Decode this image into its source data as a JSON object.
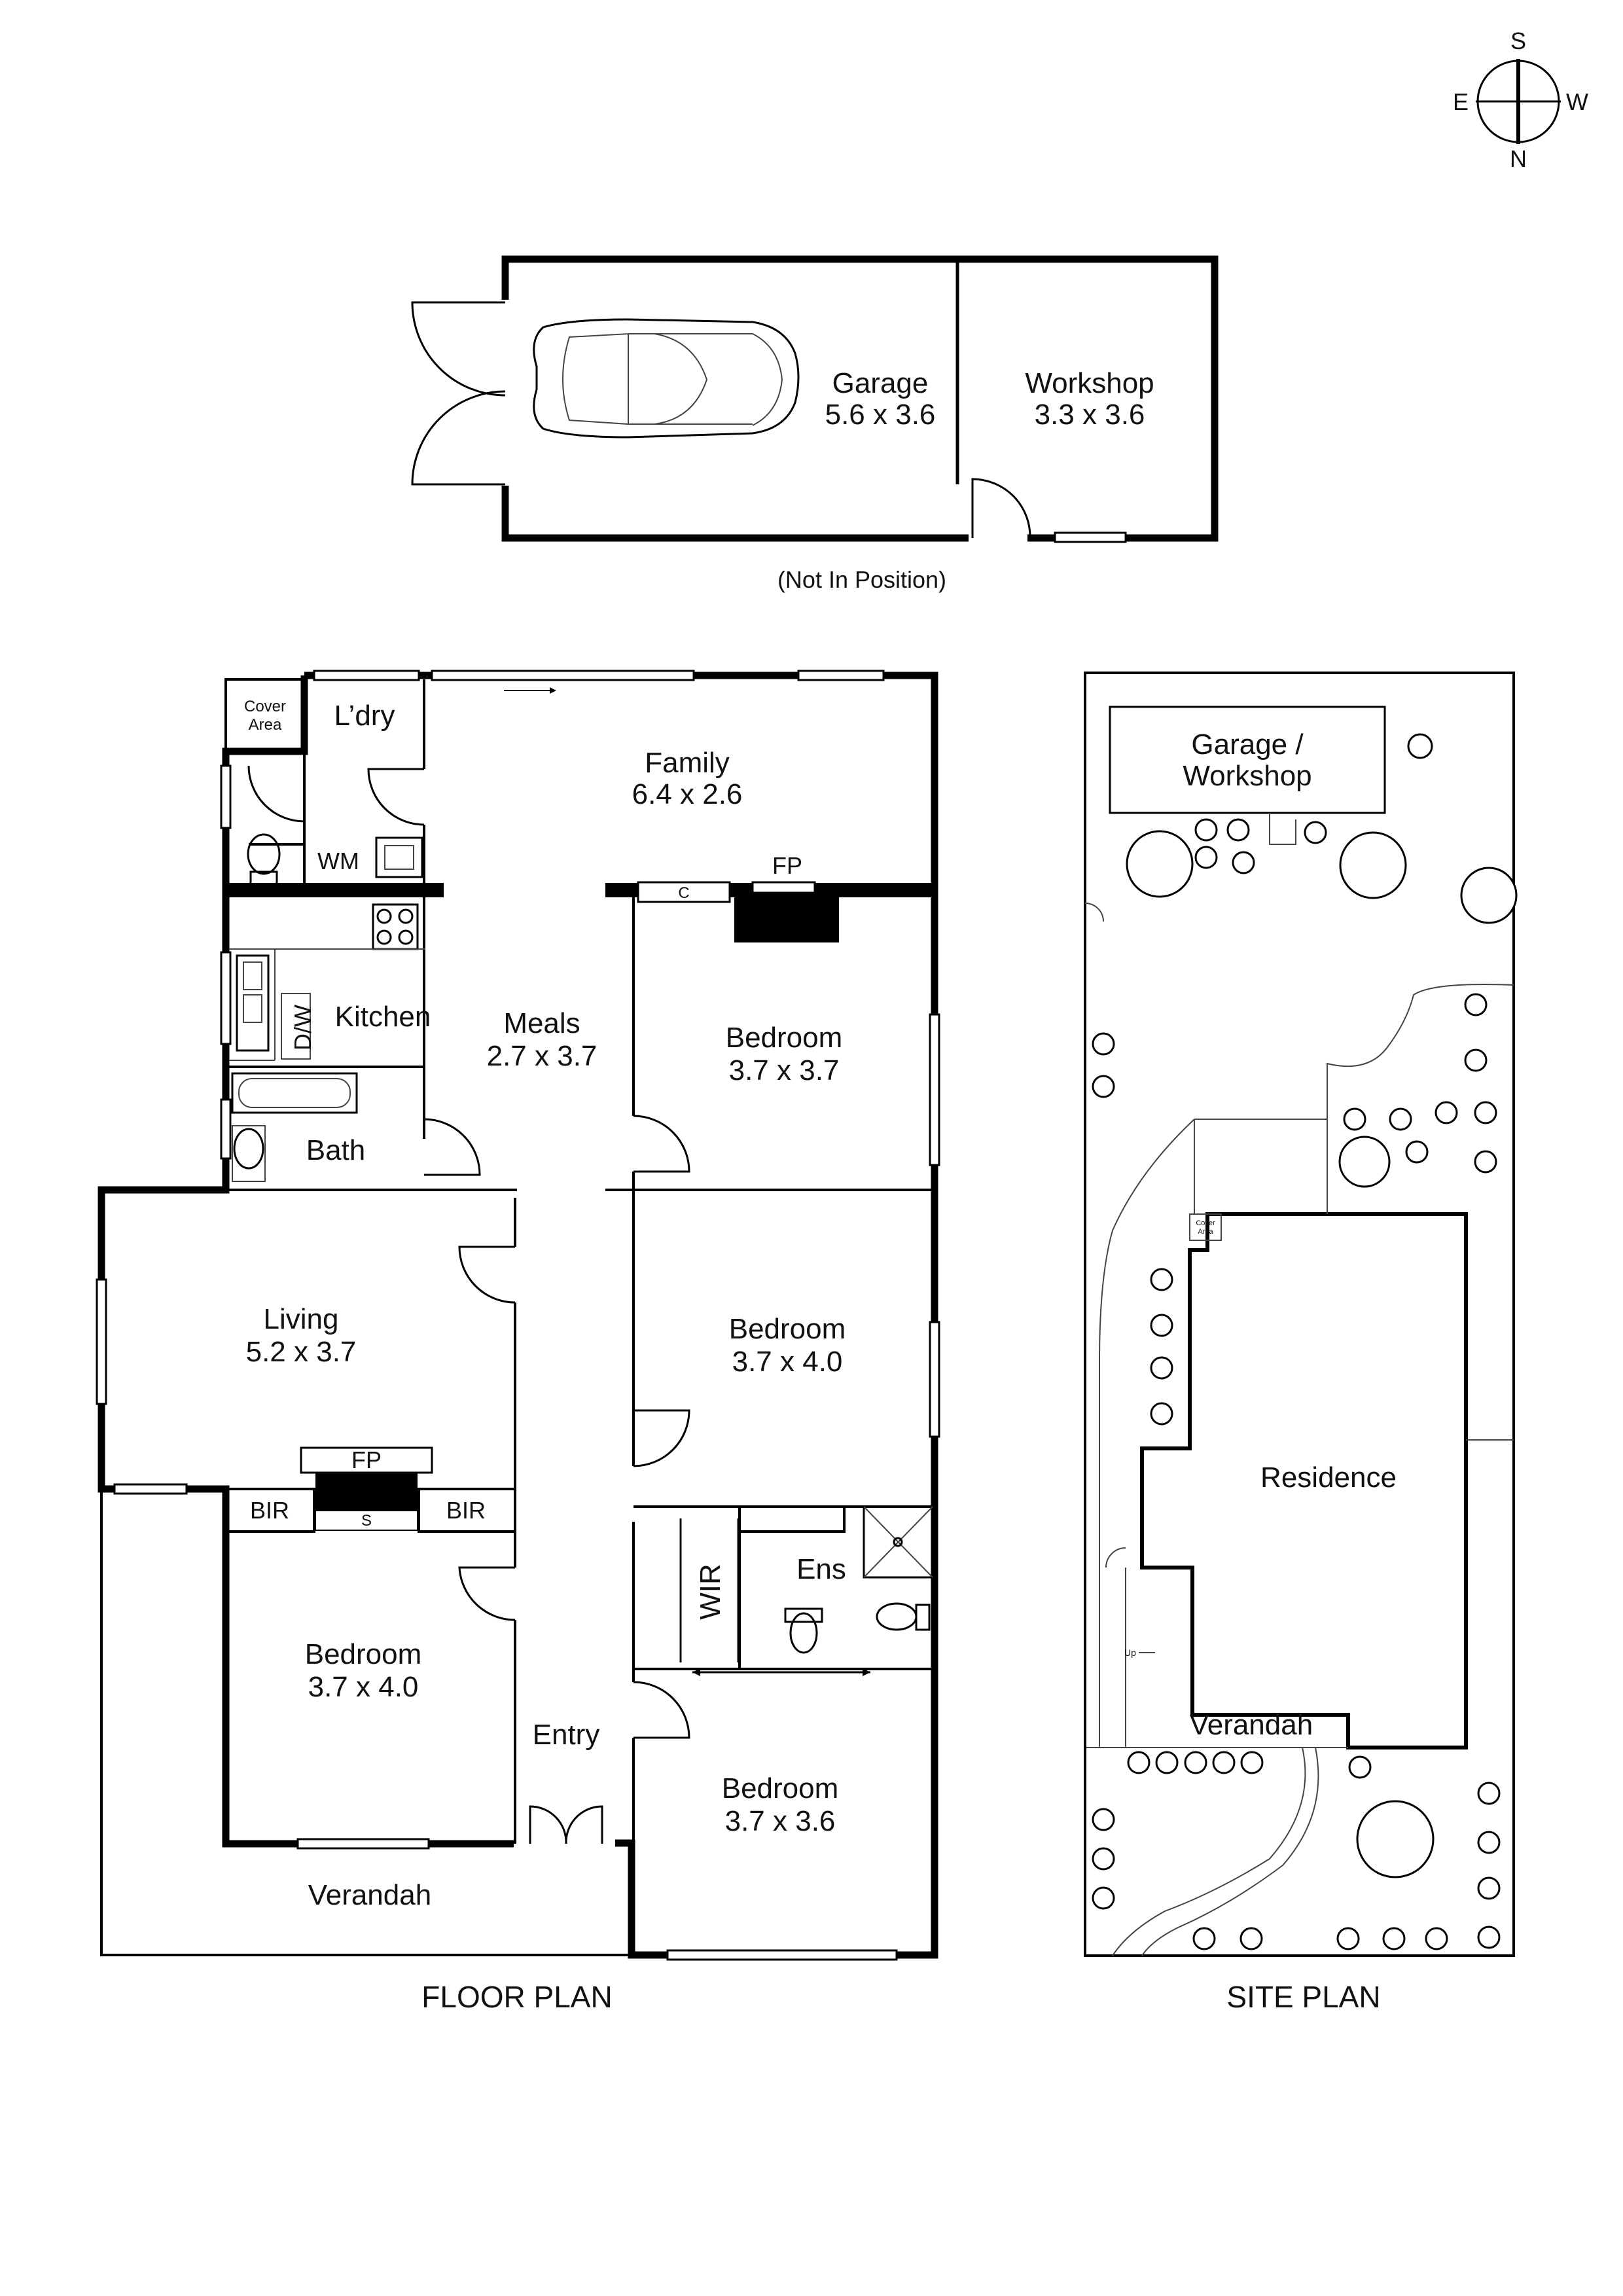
{
  "compass": {
    "north": "N",
    "south": "S",
    "east": "E",
    "west": "W"
  },
  "garage_plan": {
    "garage": {
      "name": "Garage",
      "size": "5.6 x 3.6"
    },
    "workshop": {
      "name": "Workshop",
      "size": "3.3 x 3.6"
    },
    "note": "(Not In Position)"
  },
  "floor_plan": {
    "title": "FLOOR PLAN",
    "cover_area": [
      "Cover",
      "Area"
    ],
    "laundry": "L’dry",
    "wm": "WM",
    "family": {
      "name": "Family",
      "size": "6.4 x 2.6"
    },
    "fp_family": "FP",
    "c": "C",
    "kitchen": "Kitchen",
    "dw": "D/W",
    "meals": {
      "name": "Meals",
      "size": "2.7 x 3.7"
    },
    "bedroom_1": {
      "name": "Bedroom",
      "size": "3.7 x 3.7"
    },
    "bath": "Bath",
    "living": {
      "name": "Living",
      "size": "5.2 x 3.7"
    },
    "bedroom_2": {
      "name": "Bedroom",
      "size": "3.7 x 4.0"
    },
    "fp_living": "FP",
    "s": "S",
    "bir_left": "BIR",
    "bir_right": "BIR",
    "wir": "WIR",
    "ens": "Ens",
    "bedroom_3": {
      "name": "Bedroom",
      "size": "3.7 x 4.0"
    },
    "entry": "Entry",
    "bedroom_4": {
      "name": "Bedroom",
      "size": "3.7 x 3.6"
    },
    "verandah": "Verandah"
  },
  "site_plan": {
    "title": "SITE PLAN",
    "garage": [
      "Garage /",
      "Workshop"
    ],
    "residence": "Residence",
    "verandah": "Verandah",
    "cover_area": [
      "Cover",
      "Area"
    ],
    "up": "Up"
  }
}
